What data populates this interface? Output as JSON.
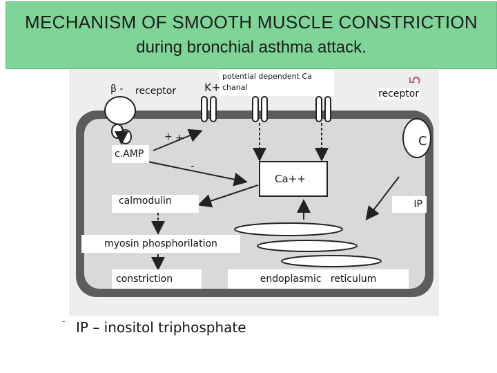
{
  "title": {
    "line1": "MECHANISM   OF  SMOOTH   MUSCLE  CONSTRICTION",
    "line2": "during bronchial asthma attack."
  },
  "diagram": {
    "beta_label": "β -",
    "k_label": "K+",
    "plus_1": "+",
    "plus_2": "+",
    "minus": "-",
    "ca_label": "Ca++",
    "receptor_left": "receptor",
    "receptor_right": "receptor",
    "channel": "potential dependent Ca chanal",
    "camp": "c.AMP",
    "calmodulin": "calmodulin",
    "ip": "IP",
    "myosin": "myosin phosphorilation",
    "constriction": "constriction",
    "er": "endoplasmic   reticulum",
    "side_letters": "5",
    "side_c": "C"
  },
  "footer": {
    "note": "IP – inositol triphosphate",
    "dash": "-"
  },
  "colors": {
    "title_bg": "#7fd497",
    "cell": "#5c5c5c",
    "cytoplasm": "#d9d9d9",
    "side_text": "#c24a6a"
  }
}
